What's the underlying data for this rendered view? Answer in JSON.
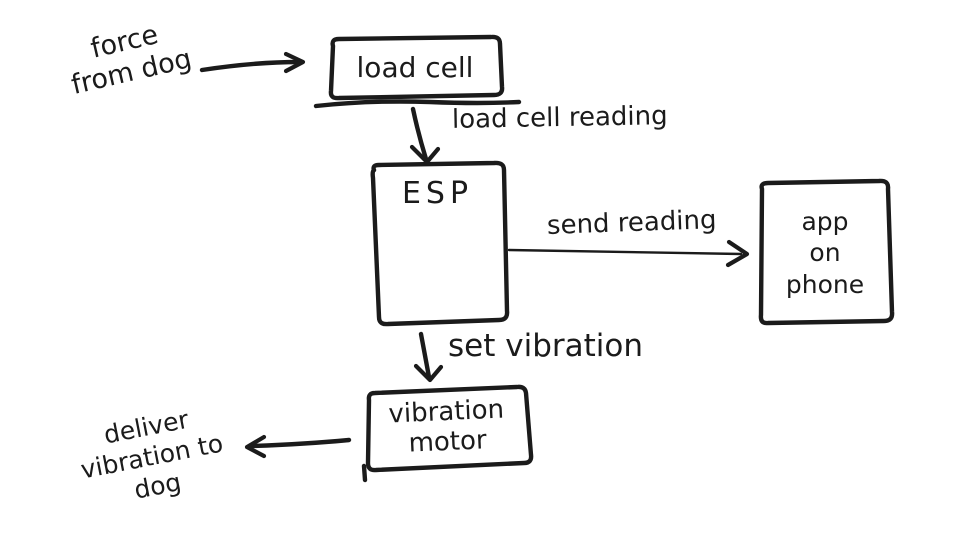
{
  "colors": {
    "ink": "#1b1b1b",
    "background": "#ffffff"
  },
  "annotations": {
    "force_from_dog": {
      "line1": "force",
      "line2": "from dog"
    },
    "deliver_vibration": {
      "line1": "deliver",
      "line2": "vibration to",
      "line3": "dog"
    }
  },
  "nodes": {
    "load_cell": {
      "label": "load cell"
    },
    "esp": {
      "label": "ESP"
    },
    "app_on_phone": {
      "line1": "app",
      "line2": "on",
      "line3": "phone"
    },
    "vibration_motor": {
      "line1": "vibration",
      "line2": "motor"
    }
  },
  "edge_labels": {
    "load_cell_reading": "load cell reading",
    "send_reading": "send reading",
    "set_vibration": "set vibration"
  },
  "edges": [
    {
      "from": "force from dog",
      "to": "load cell",
      "label": ""
    },
    {
      "from": "load cell",
      "to": "ESP",
      "label": "load cell reading"
    },
    {
      "from": "ESP",
      "to": "app on phone",
      "label": "send reading"
    },
    {
      "from": "ESP",
      "to": "vibration motor",
      "label": "set vibration"
    },
    {
      "from": "vibration motor",
      "to": "deliver vibration to dog",
      "label": ""
    }
  ]
}
